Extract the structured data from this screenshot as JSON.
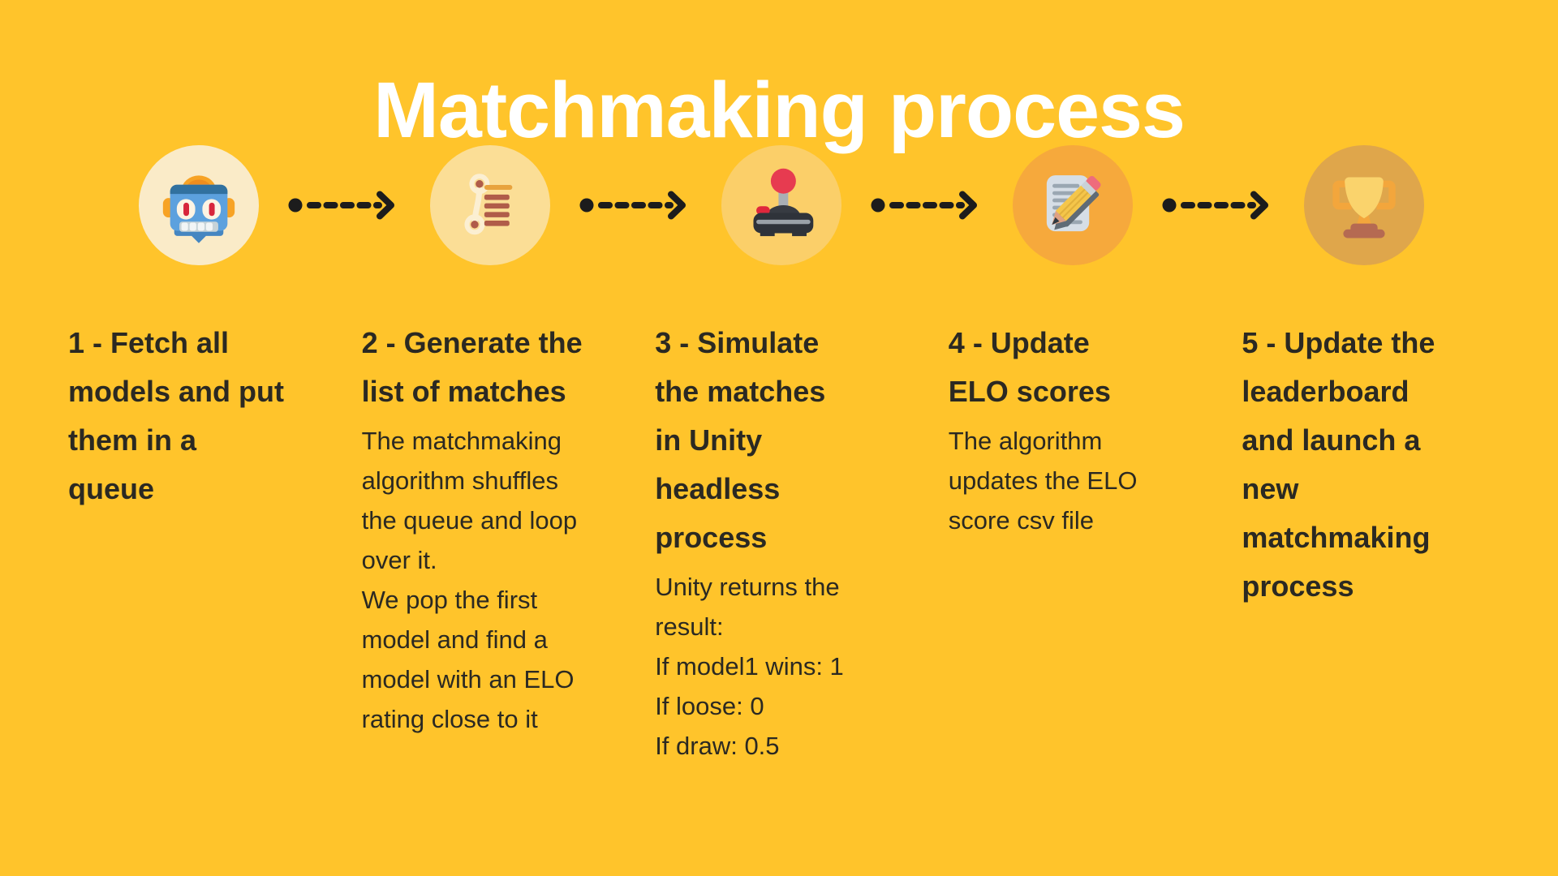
{
  "title": "Matchmaking process",
  "colors": {
    "background": "#FFC42B",
    "title_text": "#FFFFFF",
    "body_text": "#2B2922",
    "arrow": "#1C1C1C",
    "step_circles": [
      "#FAEBC8",
      "#FBDE96",
      "#FBCF69",
      "#F6A93C",
      "#DFA64B"
    ]
  },
  "arrow_icon": "dotted-arrow-icon",
  "steps": [
    {
      "icon": "robot-icon",
      "heading": "1 - Fetch all\nmodels and put\nthem in a\nqueue",
      "body": ""
    },
    {
      "icon": "scroll-list-icon",
      "heading": "2 - Generate the\nlist of matches",
      "body": "The matchmaking\nalgorithm shuffles\nthe queue and loop\nover it.\nWe pop the first\nmodel and find a\nmodel with an ELO\nrating close to it"
    },
    {
      "icon": "joystick-icon",
      "heading": "3 - Simulate\nthe matches\nin Unity\nheadless\nprocess",
      "body": "Unity returns the\nresult:\nIf model1 wins: 1\nIf loose: 0\nIf draw: 0.5"
    },
    {
      "icon": "note-pencil-icon",
      "heading": "4 - Update\nELO scores",
      "body": "The algorithm\nupdates the ELO\nscore csv file"
    },
    {
      "icon": "trophy-icon",
      "heading": "5 - Update the\nleaderboard\nand launch a\nnew\nmatchmaking\nprocess",
      "body": ""
    }
  ]
}
